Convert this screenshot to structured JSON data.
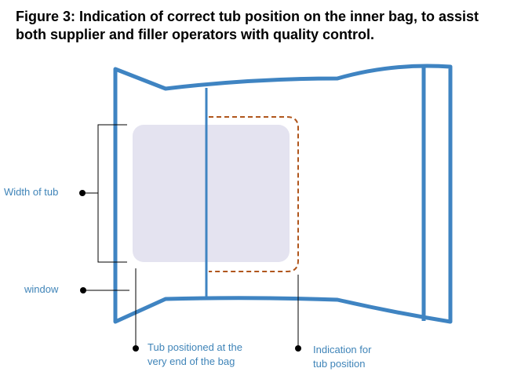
{
  "figure": {
    "caption_line1": "Figure 3: Indication of correct tub position on the inner bag, to assist",
    "caption_line2": "both supplier and filler operators with quality control."
  },
  "labels": {
    "width_of_tub": "Width of tub",
    "window": "window",
    "tub_positioned_line1": "Tub positioned at the",
    "tub_positioned_line2": "very end of the bag",
    "indication_line1": "Indication for",
    "indication_line2": "tub position"
  },
  "colors": {
    "bag_outline": "#3f84c2",
    "tub_fill": "#e4e3f0",
    "indication_dash": "#b0561c",
    "label_text": "#3f84b8",
    "leader_line": "#000000"
  }
}
